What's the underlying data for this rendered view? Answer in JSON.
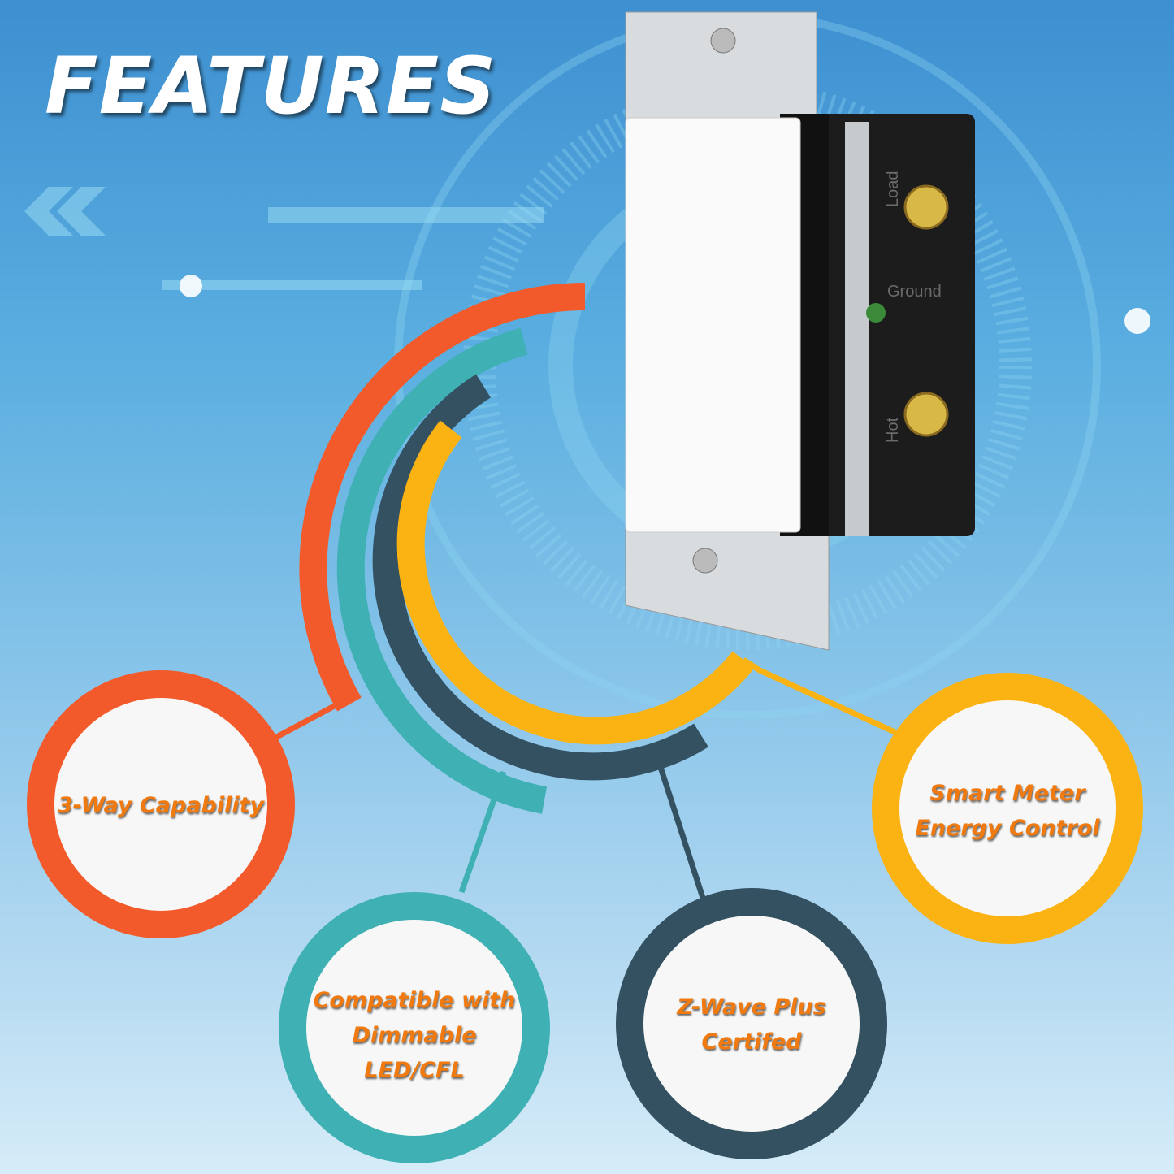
{
  "title": "FEATURES",
  "colors": {
    "orange": "#f25a2c",
    "teal": "#3fb0b3",
    "dark": "#345162",
    "yellow": "#fbb313",
    "text": "#f07a10"
  },
  "features": [
    {
      "label": "3-Way Capability",
      "color": "orange"
    },
    {
      "label": "Compatible with Dimmable LED/CFL",
      "lines": [
        "Compatible with",
        "Dimmable",
        "LED/CFL"
      ],
      "color": "teal"
    },
    {
      "label": "Z-Wave Plus Certifed",
      "lines": [
        "Z-Wave Plus",
        "Certifed"
      ],
      "color": "dark"
    },
    {
      "label": "Smart Meter Energy Control",
      "lines": [
        "Smart Meter",
        "Energy Control"
      ],
      "color": "yellow"
    }
  ],
  "product": {
    "terminals": [
      "Load",
      "Ground",
      "Hot"
    ]
  }
}
